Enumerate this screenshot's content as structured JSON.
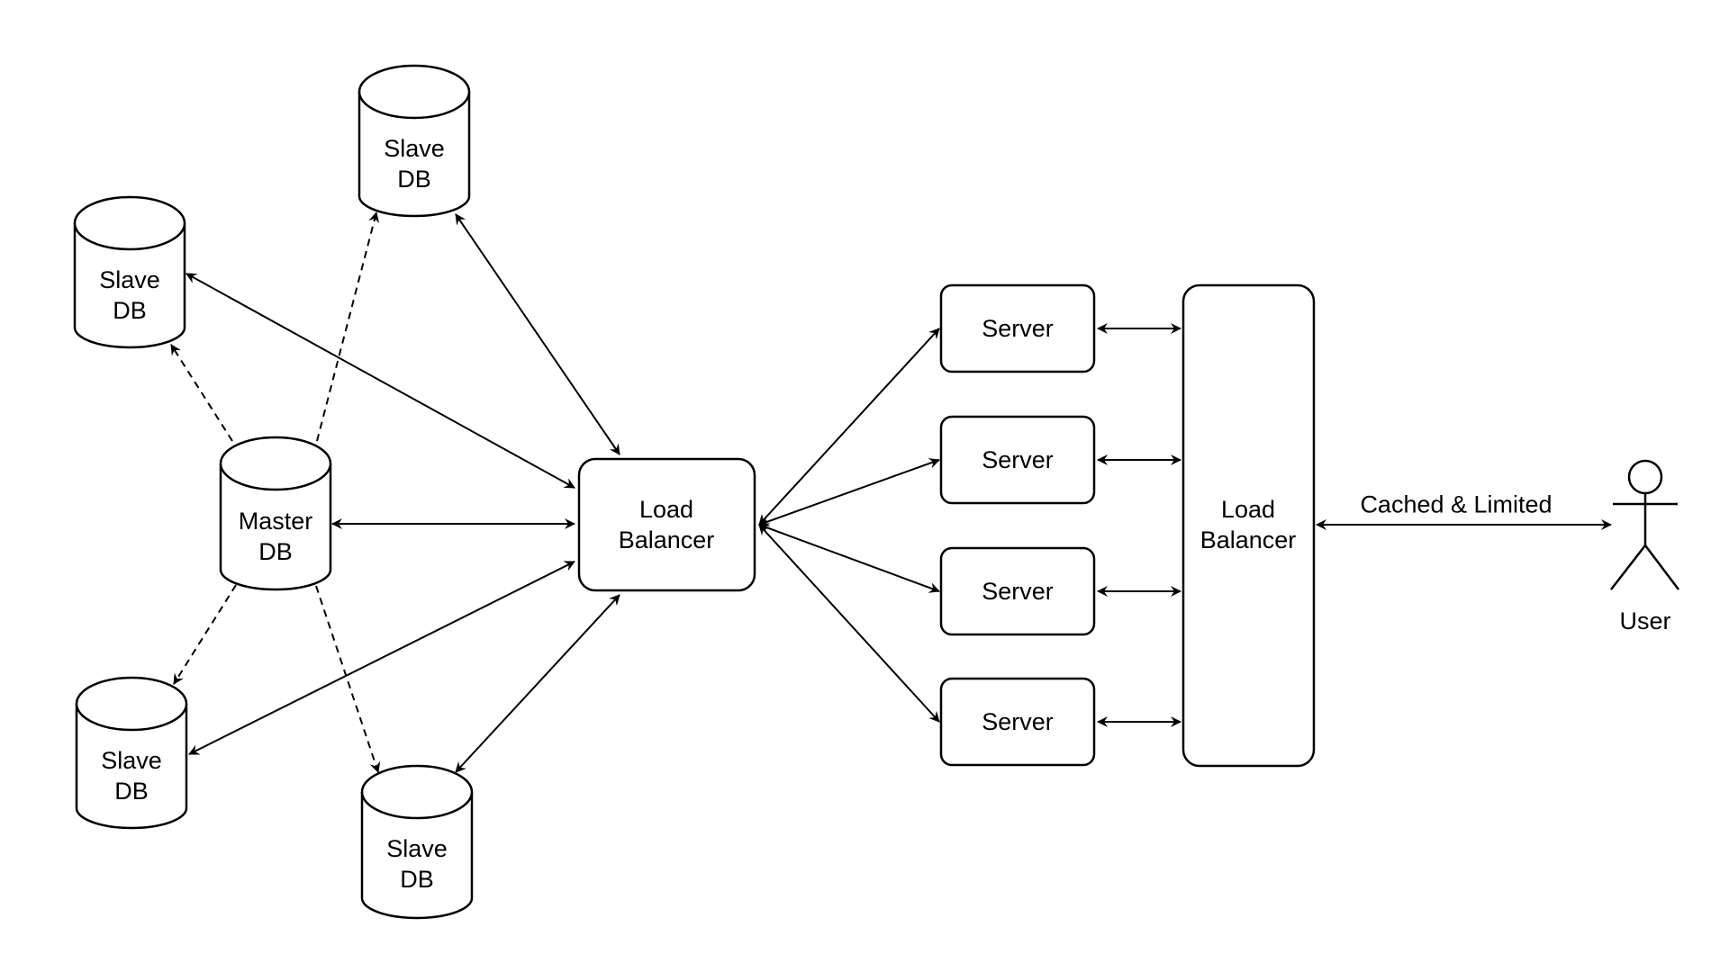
{
  "nodes": {
    "slave_db_top": {
      "line1": "Slave",
      "line2": "DB"
    },
    "slave_db_left": {
      "line1": "Slave",
      "line2": "DB"
    },
    "master_db": {
      "line1": "Master",
      "line2": "DB"
    },
    "slave_db_bottom_left": {
      "line1": "Slave",
      "line2": "DB"
    },
    "slave_db_bottom": {
      "line1": "Slave",
      "line2": "DB"
    },
    "load_balancer_db": {
      "line1": "Load",
      "line2": "Balancer"
    },
    "server_1": {
      "label": "Server"
    },
    "server_2": {
      "label": "Server"
    },
    "server_3": {
      "label": "Server"
    },
    "server_4": {
      "label": "Server"
    },
    "load_balancer_front": {
      "line1": "Load",
      "line2": "Balancer"
    },
    "user": {
      "label": "User"
    }
  },
  "edges": {
    "lb_user_label": "Cached & Limited"
  }
}
